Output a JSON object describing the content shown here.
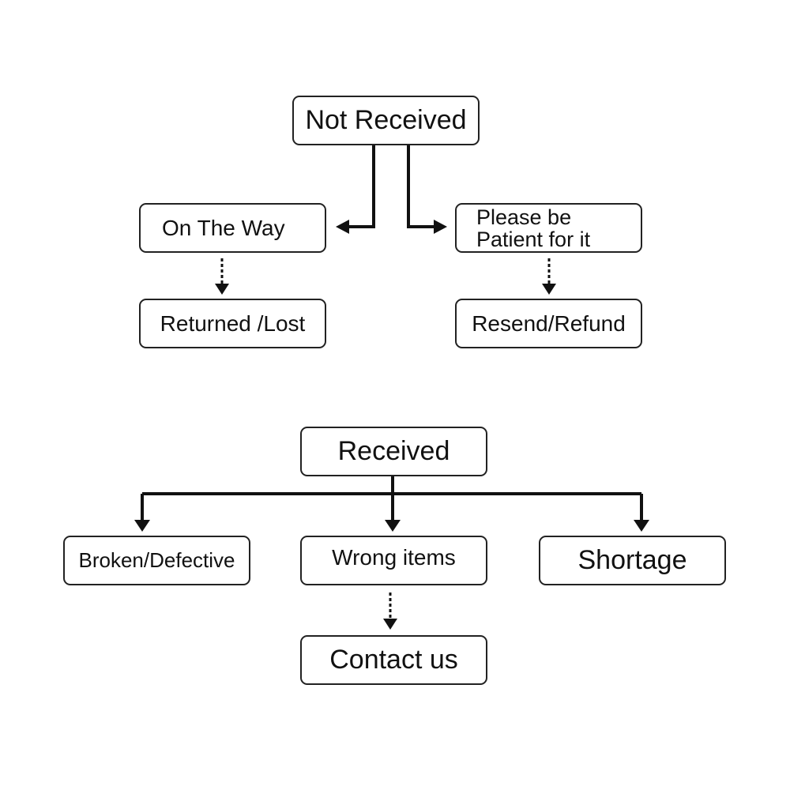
{
  "colors": {
    "stroke": "#222222",
    "text": "#111111",
    "background": "#ffffff"
  },
  "not_received": {
    "root": "Not Received",
    "on_the_way": "On The Way",
    "returned_lost": "Returned /Lost",
    "please_be_patient": "Please be\nPatient for it",
    "resend_refund": "Resend/Refund"
  },
  "received": {
    "root": "Received",
    "broken_defective": "Broken/Defective",
    "wrong_items": "Wrong items",
    "shortage": "Shortage",
    "contact_us": "Contact us"
  }
}
